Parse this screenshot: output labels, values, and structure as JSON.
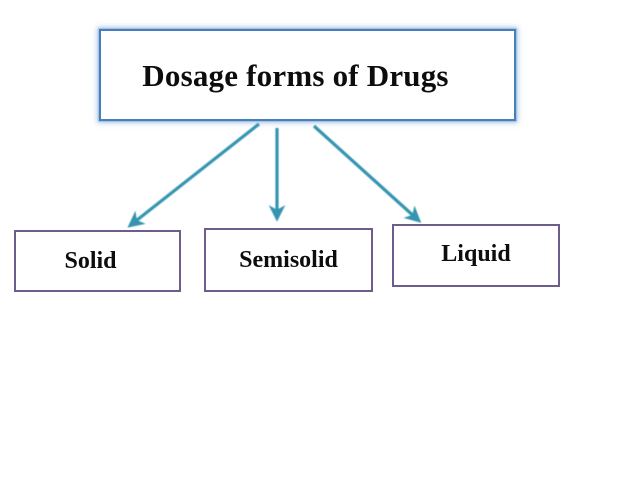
{
  "diagram": {
    "type": "hierarchy-flowchart",
    "background_color": "#ffffff",
    "root": {
      "label": "Dosage forms of Drugs",
      "border_color": "#4a7ebb",
      "glow_color": "#7aa8d8",
      "fill_color": "#ffffff",
      "text_color": "#0d0d0d"
    },
    "connector": {
      "color": "#3494b0",
      "style": "straight-arrow",
      "count": 3
    },
    "children": [
      {
        "id": "solid",
        "label": "Solid",
        "border_color": "#6d5d8d",
        "fill_color": "#ffffff",
        "text_color": "#0d0d0d"
      },
      {
        "id": "semisolid",
        "label": "Semisolid",
        "border_color": "#6d5d8d",
        "fill_color": "#ffffff",
        "text_color": "#0d0d0d"
      },
      {
        "id": "liquid",
        "label": "Liquid",
        "border_color": "#6d5d8d",
        "fill_color": "#ffffff",
        "text_color": "#0d0d0d"
      }
    ]
  }
}
